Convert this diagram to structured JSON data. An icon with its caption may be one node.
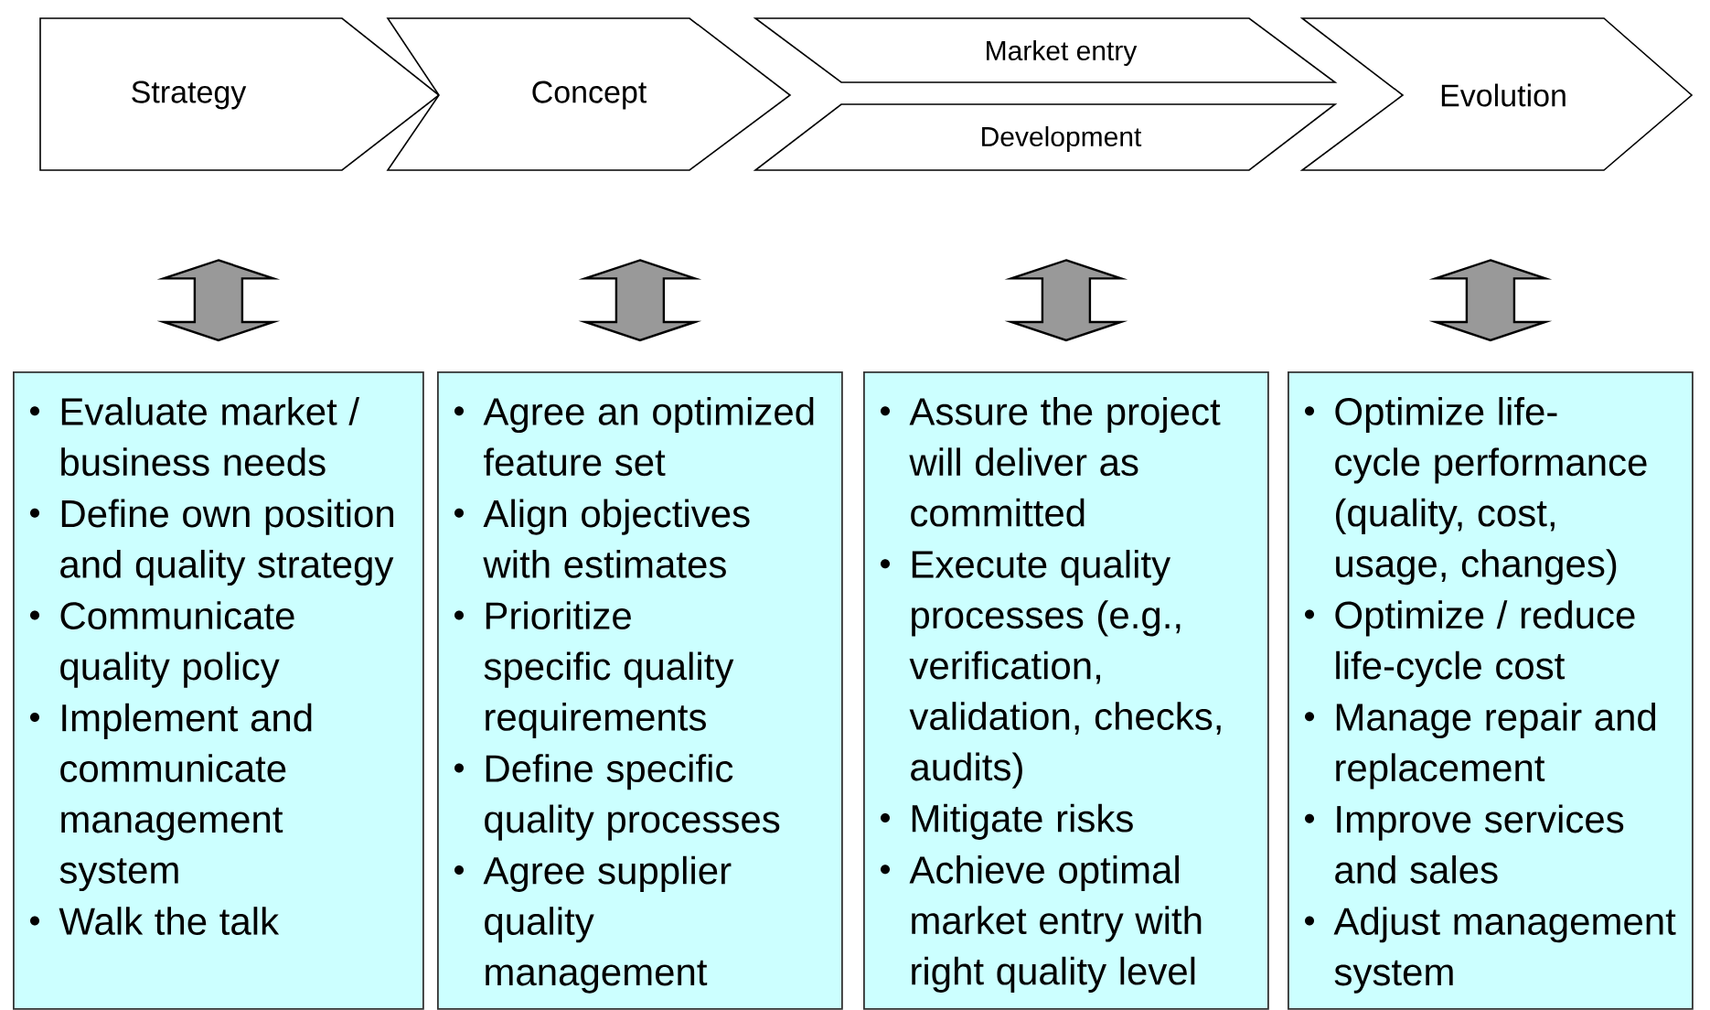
{
  "diagram": {
    "nodes": [
      {
        "text": [
          "Strategy"
        ]
      },
      {
        "text": [
          "Concept"
        ]
      },
      {
        "text": [
          "Market entry"
        ]
      },
      {
        "text": [
          "Development"
        ]
      },
      {
        "text": [
          "Evolution"
        ]
      },
      {
        "text": [
          "Evaluate market / business needs",
          "Define own position and quality strategy",
          "Communicate quality policy",
          "Implement and communicate management system",
          "Walk the talk"
        ]
      },
      {
        "text": [
          "Agree an optimized feature set",
          "Align objectives with estimates",
          "Prioritize specific quality requirements",
          "Define specific quality processes",
          "Agree supplier quality management"
        ]
      },
      {
        "text": [
          "Assure the project will deliver as committed",
          "Execute quality processes (e.g., verification, validation, checks, audits)",
          "Mitigate risks",
          "Achieve optimal market entry with right quality level"
        ]
      },
      {
        "text": [
          "Optimize life-cycle performance (quality, cost, usage, changes)",
          "Optimize / reduce life-cycle cost",
          "Manage repair and replacement",
          "Improve services and sales",
          "Adjust management system"
        ]
      }
    ],
    "edges": [
      {
        "from": 0,
        "to": 5,
        "arrow": "both"
      },
      {
        "from": 1,
        "to": 6,
        "arrow": "both"
      },
      {
        "from": 3,
        "to": 7,
        "arrow": "both"
      },
      {
        "from": 4,
        "to": 8,
        "arrow": "both"
      }
    ]
  }
}
